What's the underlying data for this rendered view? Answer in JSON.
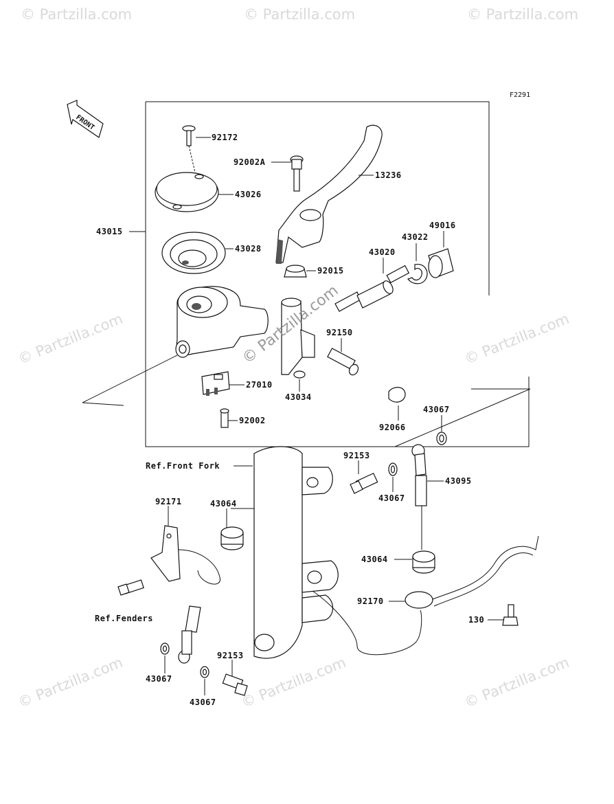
{
  "figure_code": "F2291",
  "front_arrow_label": "FRONT",
  "watermarks": {
    "corner": "© Partzilla.com",
    "center": "© Partzilla.com"
  },
  "labels": {
    "p92172": "92172",
    "p92002A": "92002A",
    "p13236": "13236",
    "p43026": "43026",
    "p43015": "43015",
    "p43028": "43028",
    "p49016": "49016",
    "p43022": "43022",
    "p43020": "43020",
    "p92015": "92015",
    "p92150": "92150",
    "p27010": "27010",
    "p43034": "43034",
    "p92002": "92002",
    "p92066": "92066",
    "p43067a": "43067",
    "ref_front_fork": "Ref.Front Fork",
    "p92153a": "92153",
    "p43067b": "43067",
    "p43095": "43095",
    "p92171": "92171",
    "p43064a": "43064",
    "p43064b": "43064",
    "p92170": "92170",
    "p130": "130",
    "ref_fenders": "Ref.Fenders",
    "p43067c": "43067",
    "p92153b": "92153",
    "p43067d": "43067"
  },
  "colors": {
    "line": "#111111",
    "watermark": "#d9d9d9",
    "center_watermark": "#9a9a9a"
  }
}
